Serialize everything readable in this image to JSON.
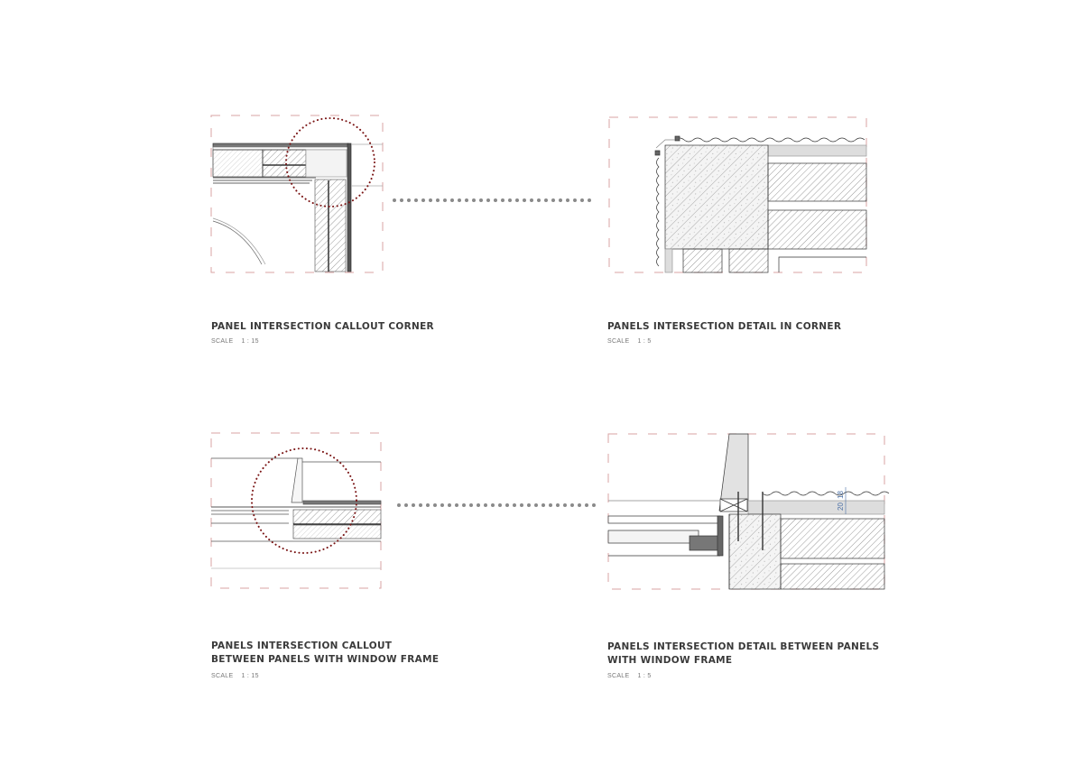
{
  "colors": {
    "frame": "#d9a3a3",
    "callout_circle": "#7a1414",
    "connector": "#8a8a8a",
    "line": "#3a3a3a",
    "dimension": "#4a6fa5"
  },
  "details": [
    {
      "title_lines": [
        "PANEL INTERSECTION CALLOUT CORNER"
      ],
      "scale_label": "SCALE",
      "scale_value": "1 : 15"
    },
    {
      "title_lines": [
        "PANELS INTERSECTION DETAIL IN CORNER"
      ],
      "scale_label": "SCALE",
      "scale_value": "1 : 5"
    },
    {
      "title_lines": [
        "PANELS INTERSECTION CALLOUT",
        "BETWEEN PANELS WITH WINDOW FRAME"
      ],
      "scale_label": "SCALE",
      "scale_value": "1 : 15"
    },
    {
      "title_lines": [
        "PANELS INTERSECTION DETAIL BETWEEN PANELS",
        "WITH WINDOW FRAME"
      ],
      "scale_label": "SCALE",
      "scale_value": "1 : 5"
    }
  ],
  "dimensions": {
    "a": "20",
    "b": "18"
  }
}
